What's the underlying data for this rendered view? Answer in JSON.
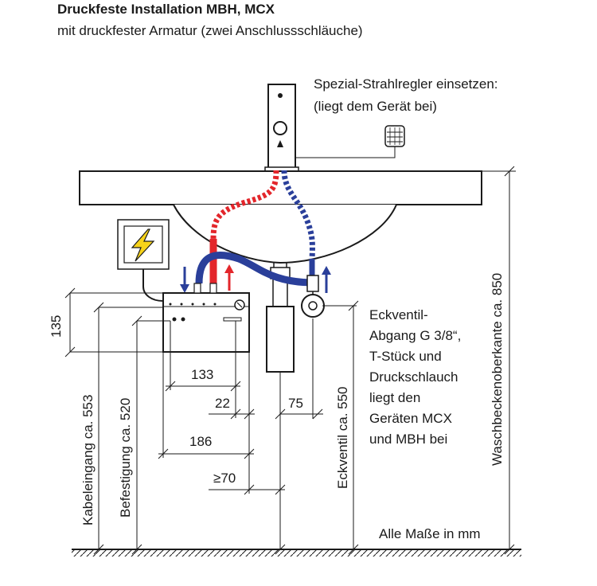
{
  "header": {
    "title": "Druckfeste Installation MBH, MCX",
    "subtitle": "mit druckfester Armatur (zwei Anschlussschläuche)"
  },
  "callouts": {
    "aerator_line1": "Spezial-Strahlregler einsetzen:",
    "aerator_line2": "(liegt dem Gerät bei)",
    "accessory_lines": [
      "Eckventil-",
      "Abgang G 3/8“,",
      "T-Stück und",
      "Druckschlauch",
      "liegt den",
      "Geräten MCX",
      "und MBH bei"
    ],
    "units_note": "Alle Maße in mm"
  },
  "dimensions": {
    "height_135": "135",
    "width_133": "133",
    "offset_22": "22",
    "width_186": "186",
    "offset_75": "75",
    "clearance_70": "≥70",
    "cable_entry": "Kabeleingang ca. 553",
    "mounting": "Befestigung ca. 520",
    "angle_valve": "Eckventil ca. 550",
    "basin_edge": "Waschbeckenoberkante ca. 850"
  },
  "colors": {
    "hot": "#e3262b",
    "cold": "#2a3f9a",
    "ink": "#1a1a1a",
    "bolt": "#f7d31a"
  },
  "icons": {
    "power": "lightning-bolt-icon",
    "aerator": "aerator-icon"
  }
}
